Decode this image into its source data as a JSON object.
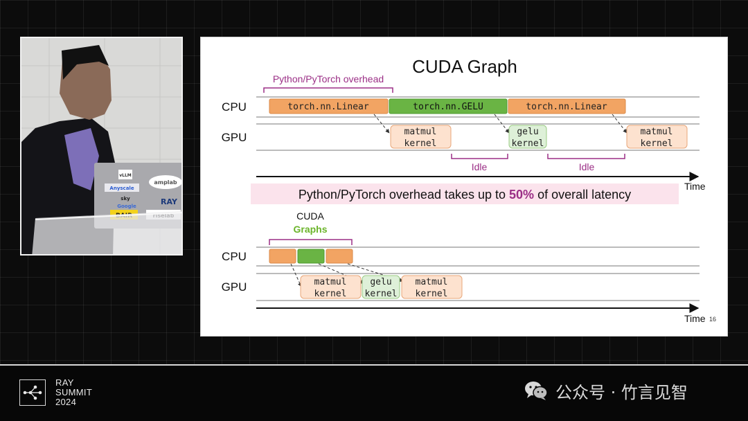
{
  "slide": {
    "title": "CUDA Graph",
    "top": {
      "overhead_label": "Python/PyTorch overhead",
      "cpu_label": "CPU",
      "gpu_label": "GPU",
      "cpu_ops": [
        "torch.nn.Linear",
        "torch.nn.GELU",
        "torch.nn.Linear"
      ],
      "gpu_kernels": [
        [
          "matmul",
          "kernel"
        ],
        [
          "gelu",
          "kernel"
        ],
        [
          "matmul",
          "kernel"
        ]
      ],
      "idle_labels": [
        "Idle",
        "Idle"
      ],
      "time_label": "Time"
    },
    "callout": {
      "prefix": "Python/PyTorch overhead takes up to ",
      "highlight": "50%",
      "suffix": " of overall latency"
    },
    "bottom": {
      "cuda_label": "CUDA",
      "graphs_label": "Graphs",
      "cpu_label": "CPU",
      "gpu_label": "GPU",
      "gpu_kernels": [
        [
          "matmul",
          "kernel"
        ],
        [
          "gelu",
          "kernel"
        ],
        [
          "matmul",
          "kernel"
        ]
      ],
      "time_label": "Time",
      "page_number": "16"
    },
    "colors": {
      "orange": "#f2a463",
      "green": "#6ab444",
      "kernel_peach": "#fde2cf",
      "kernel_green": "#def0d8",
      "purple": "#9b2f86",
      "callout_bg": "#fbe3ec",
      "lime": "#6bb42a"
    }
  },
  "video": {
    "stickers": [
      "vLLM",
      "Anyscale",
      "sky",
      "amplab",
      "Google",
      "RAY",
      "BAIR",
      "riselab"
    ]
  },
  "footer": {
    "brand_lines": [
      "RAY",
      "SUMMIT",
      "2024"
    ],
    "watermark_text": "公众号 · 竹言见智"
  }
}
